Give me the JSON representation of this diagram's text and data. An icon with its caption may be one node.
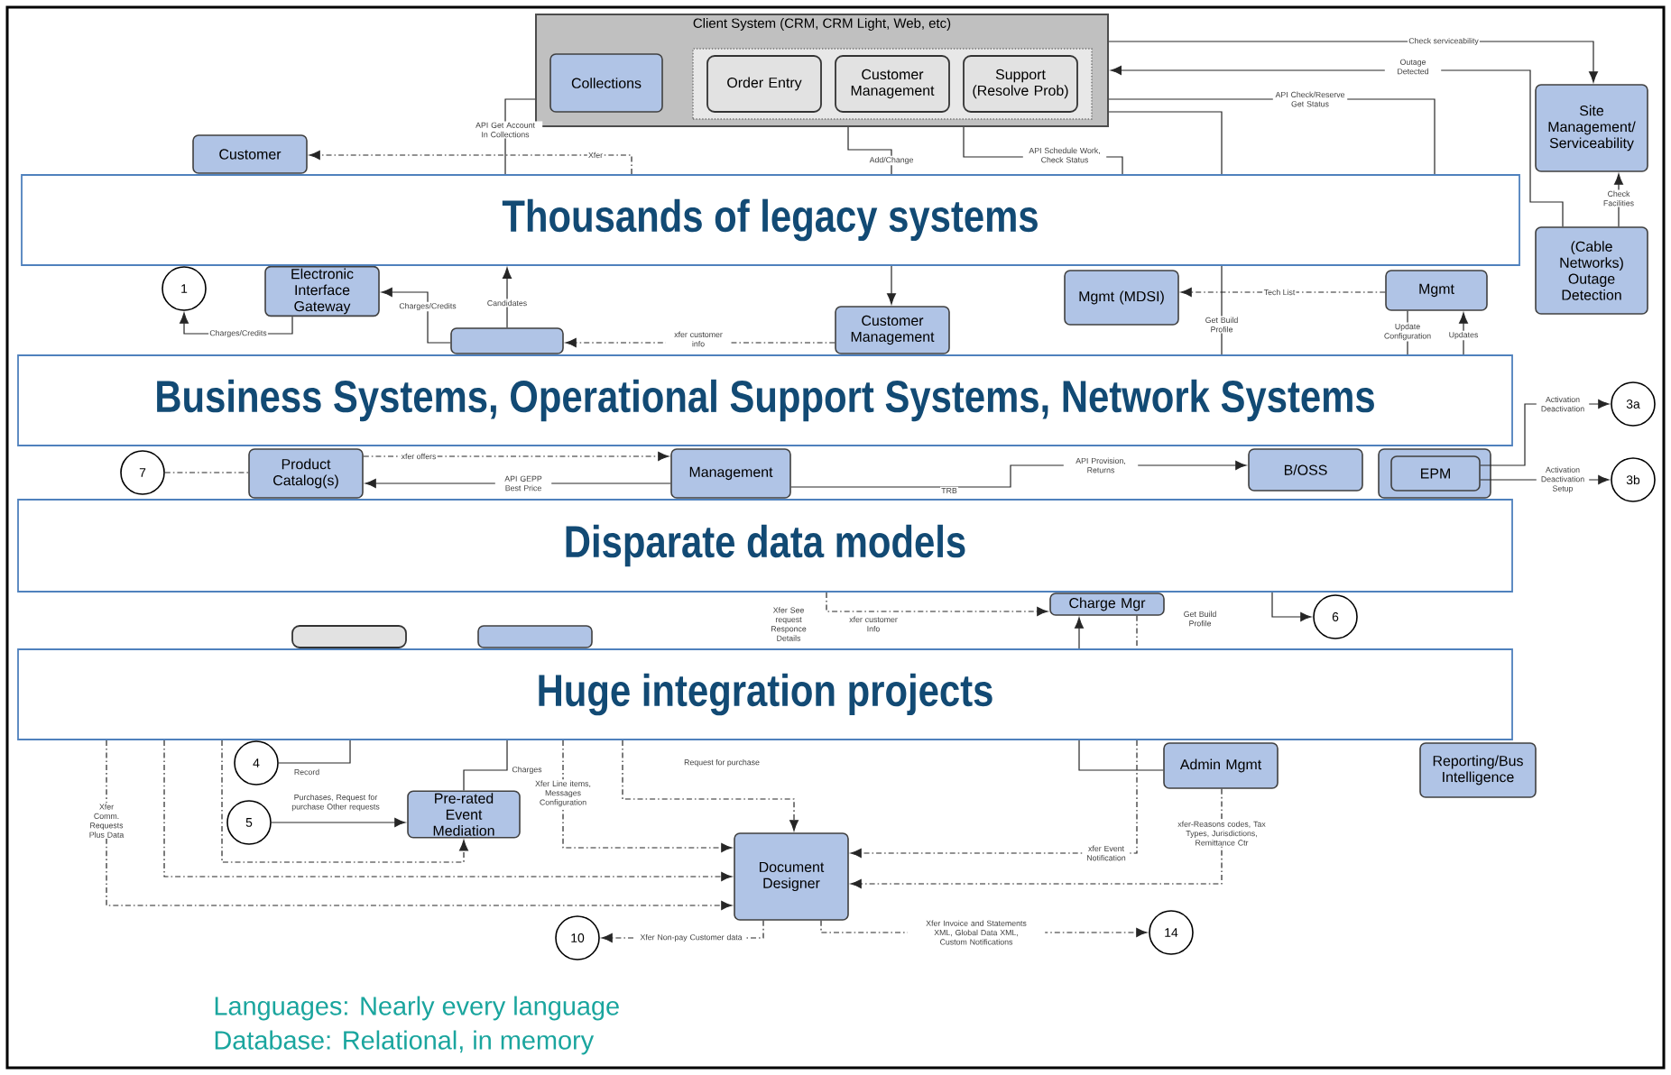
{
  "diagram": {
    "nodes": [
      {
        "text": [
          "Client System (CRM, CRM Light, Web, etc)"
        ]
      },
      {
        "text": [
          "Collections"
        ],
        "in": 0
      },
      {
        "text": [],
        "shape": "box",
        "in": 0
      },
      {
        "text": [
          "Order Entry"
        ],
        "in": 2
      },
      {
        "text": [
          "Customer Management"
        ],
        "in": 2
      },
      {
        "text": [
          "Support (Resolve Prob)"
        ],
        "in": 2
      },
      {
        "text": [
          "Customer"
        ]
      },
      {
        "text": [
          "Site Management/ Serviceability"
        ]
      },
      {
        "text": [
          "(Cable Networks) Outage Detection"
        ]
      },
      {
        "text": [
          "1"
        ]
      },
      {
        "text": [
          "Electronic Interface Gateway"
        ]
      },
      {
        "text": [],
        "shape": "box"
      },
      {
        "text": [
          "Customer Management"
        ]
      },
      {
        "text": [
          "Mgmt (MDSI)"
        ]
      },
      {
        "text": [
          "Mgmt"
        ]
      },
      {
        "text": [
          "3a"
        ]
      },
      {
        "text": [
          "7"
        ]
      },
      {
        "text": [
          "Product Catalog(s)"
        ]
      },
      {
        "text": [
          "Management"
        ]
      },
      {
        "text": [
          "B/OSS"
        ]
      },
      {
        "text": [
          "EPM"
        ]
      },
      {
        "text": [
          "3b"
        ]
      },
      {
        "text": [
          "Charge Mgr"
        ]
      },
      {
        "text": [
          "6"
        ]
      },
      {
        "text": [],
        "shape": "box"
      },
      {
        "text": [],
        "shape": "box"
      },
      {
        "text": [
          "4"
        ]
      },
      {
        "text": [
          "5"
        ]
      },
      {
        "text": [
          "Pre-rated Event Mediation"
        ]
      },
      {
        "text": [
          "Admin Mgmt"
        ]
      },
      {
        "text": [
          "Reporting/Bus Intelligence"
        ]
      },
      {
        "text": [
          "Document Designer"
        ]
      },
      {
        "text": [
          "10"
        ]
      },
      {
        "text": [
          "14"
        ]
      },
      {
        "text": [
          "Thousands of legacy systems"
        ]
      },
      {
        "text": [
          "Business Systems, Operational Support Systems, Network Systems"
        ]
      },
      {
        "text": [
          "Disparate data models"
        ]
      },
      {
        "text": [
          "Huge integration projects"
        ]
      }
    ],
    "edges": [
      {
        "from": 0,
        "to": 7,
        "arrow": "to",
        "label": "Check serviceability"
      },
      {
        "from": 8,
        "to": 0,
        "arrow": "to",
        "label": "Outage Detected"
      },
      {
        "from": 0,
        "to": 34,
        "arrow": "none",
        "label": "API Check/Reserve Get Status"
      },
      {
        "from": 8,
        "to": 7,
        "arrow": "to",
        "label": "Check Facilities"
      },
      {
        "from": 0,
        "to": 34,
        "arrow": "none",
        "label": "API Get Account In Collections"
      },
      {
        "from": 34,
        "to": 6,
        "arrow": "to",
        "label": "Xfer",
        "style": "dashed"
      },
      {
        "from": 11,
        "to": 10,
        "arrow": "to",
        "label": "Charges/Credits"
      },
      {
        "from": 10,
        "to": 9,
        "arrow": "to",
        "label": "Charges/Credits"
      },
      {
        "from": 11,
        "to": 34,
        "arrow": "to",
        "label": "Candidates"
      },
      {
        "from": 0,
        "to": 34,
        "arrow": "none",
        "label": "Add/Change"
      },
      {
        "from": 34,
        "to": 12,
        "arrow": "to"
      },
      {
        "from": 0,
        "to": 34,
        "arrow": "none",
        "label": "API Schedule Work, Check Status"
      },
      {
        "from": 14,
        "to": 13,
        "arrow": "to",
        "label": "Tech List",
        "style": "dashed"
      },
      {
        "from": 14,
        "to": 35,
        "arrow": "none",
        "label": "Update Configuration"
      },
      {
        "from": 35,
        "to": 14,
        "arrow": "to",
        "label": "Updates"
      },
      {
        "from": 0,
        "to": 34,
        "arrow": "none"
      },
      {
        "from": 20,
        "to": 15,
        "arrow": "to",
        "label": "Activation Deactivation"
      },
      {
        "from": 20,
        "to": 21,
        "arrow": "to",
        "label": "Activation Deactivation Setup"
      },
      {
        "from": 18,
        "to": 19,
        "arrow": "to",
        "label": "API Provision, Returns"
      },
      {
        "from": 18,
        "to": 17,
        "arrow": "to",
        "label": "API GEPP Best Price"
      },
      {
        "from": 17,
        "to": 18,
        "arrow": "to",
        "label": "xfer offers",
        "style": "dashed"
      },
      {
        "from": 12,
        "to": 11,
        "arrow": "to",
        "label": "xfer customer info",
        "style": "dashed"
      },
      {
        "from": 16,
        "to": 17,
        "arrow": "none",
        "style": "dashed"
      },
      {
        "from": 36,
        "to": 22,
        "arrow": "to",
        "label": "xfer customer Info",
        "style": "dashed"
      },
      {
        "from": 37,
        "to": 22,
        "arrow": "to"
      },
      {
        "from": 29,
        "to": 37,
        "arrow": "none"
      },
      {
        "from": 36,
        "to": 23,
        "arrow": "to"
      },
      {
        "from": 27,
        "to": 28,
        "arrow": "to",
        "label": "Purchases, Request for purchase Other requests"
      },
      {
        "from": 28,
        "to": 37,
        "arrow": "none",
        "label": "Charges"
      },
      {
        "from": 26,
        "to": 37,
        "arrow": "none",
        "label": "Record"
      },
      {
        "from": 37,
        "to": 31,
        "arrow": "to",
        "label": "Request for purchase",
        "style": "dashed"
      },
      {
        "from": 37,
        "to": 31,
        "arrow": "to",
        "label": "Xfer Line items, Messages Configuration",
        "style": "dashed"
      },
      {
        "from": 37,
        "to": 31,
        "arrow": "to",
        "style": "dashed"
      },
      {
        "from": 37,
        "to": 31,
        "arrow": "to",
        "label": "Xfer Comm. Requests Plus Data",
        "style": "dashed"
      },
      {
        "from": 37,
        "to": 28,
        "arrow": "to",
        "style": "dashed"
      },
      {
        "from": 29,
        "to": 31,
        "arrow": "to",
        "label": "xfer-Reasons codes, Tax Types, Jurisdictions, Remittance Ctr",
        "style": "dashed"
      },
      {
        "from": 22,
        "to": 37,
        "arrow": "none",
        "style": "dashed"
      },
      {
        "from": 37,
        "to": 31,
        "arrow": "to",
        "label": "xfer Event Notification",
        "style": "dashed"
      },
      {
        "from": 31,
        "to": 32,
        "arrow": "to",
        "label": "Xfer Non-pay Customer data",
        "style": "dashed"
      },
      {
        "from": 31,
        "to": 33,
        "arrow": "to",
        "label": "Xfer Invoice and Statements XML, Global Data XML, Custom Notifications",
        "style": "dashed"
      },
      {
        "from": 34,
        "to": 35,
        "arrow": "none",
        "label": "Get Build Profile"
      }
    ],
    "labels": [
      "TRB",
      "Xfer See request Responce Details",
      "Get Build Profile",
      "Languages: Nearly every language",
      "Database: Relational, in memory"
    ]
  }
}
